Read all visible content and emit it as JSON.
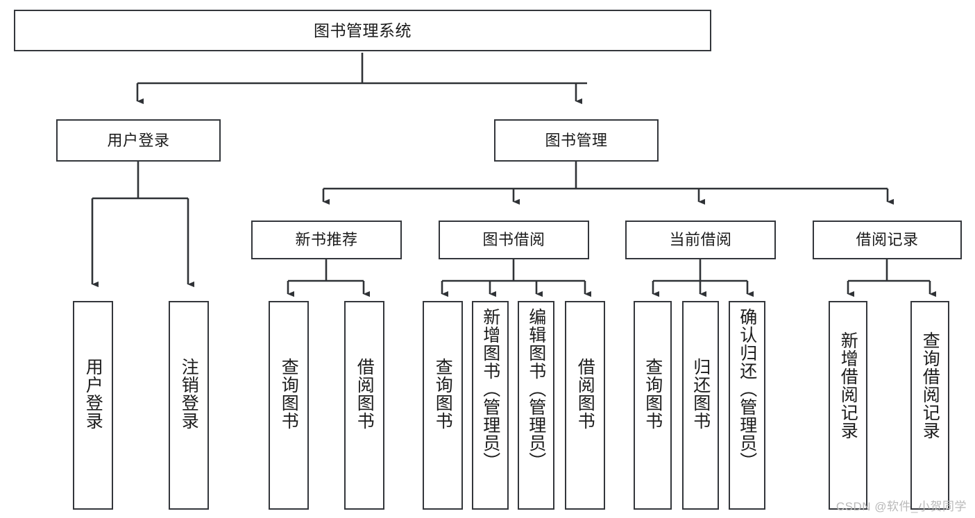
{
  "diagram": {
    "type": "tree",
    "title": "图书管理系统",
    "orientation": "top-down",
    "levels": 4,
    "colors": {
      "box_border": "#33363b",
      "box_fill": "#ffffff",
      "connector": "#2f3236",
      "background": "#ffffff",
      "watermark_text": "#b9b9b9"
    },
    "root": {
      "id": "root",
      "label": "图书管理系统"
    },
    "level2": [
      {
        "id": "user-login",
        "label": "用户登录"
      },
      {
        "id": "book-manage",
        "label": "图书管理"
      }
    ],
    "level3": [
      {
        "id": "new-book-recommend",
        "label": "新书推荐",
        "parent": "book-manage"
      },
      {
        "id": "book-borrow",
        "label": "图书借阅",
        "parent": "book-manage"
      },
      {
        "id": "current-borrow",
        "label": "当前借阅",
        "parent": "book-manage"
      },
      {
        "id": "borrow-record",
        "label": "借阅记录",
        "parent": "book-manage"
      }
    ],
    "leaves": [
      {
        "id": "leaf-user-login",
        "label": "用户登录",
        "parent": "user-login"
      },
      {
        "id": "leaf-logout",
        "label": "注销登录",
        "parent": "user-login"
      },
      {
        "id": "leaf-query-book-1",
        "label": "查询图书",
        "parent": "new-book-recommend"
      },
      {
        "id": "leaf-borrow-book-1",
        "label": "借阅图书",
        "parent": "new-book-recommend"
      },
      {
        "id": "leaf-query-book-2",
        "label": "查询图书",
        "parent": "book-borrow"
      },
      {
        "id": "leaf-add-book",
        "label": "新增图书（管理员）",
        "parent": "book-borrow"
      },
      {
        "id": "leaf-edit-book",
        "label": "编辑图书（管理员）",
        "parent": "book-borrow"
      },
      {
        "id": "leaf-borrow-book-2",
        "label": "借阅图书",
        "parent": "book-borrow"
      },
      {
        "id": "leaf-query-book-3",
        "label": "查询图书",
        "parent": "current-borrow"
      },
      {
        "id": "leaf-return-book",
        "label": "归还图书",
        "parent": "current-borrow"
      },
      {
        "id": "leaf-confirm-return",
        "label": "确认归还（管理员）",
        "parent": "current-borrow"
      },
      {
        "id": "leaf-add-record",
        "label": "新增借阅记录",
        "parent": "borrow-record"
      },
      {
        "id": "leaf-query-record",
        "label": "查询借阅记录",
        "parent": "borrow-record"
      }
    ]
  },
  "watermark": {
    "text": "CSDN @软件_小贺同学"
  }
}
